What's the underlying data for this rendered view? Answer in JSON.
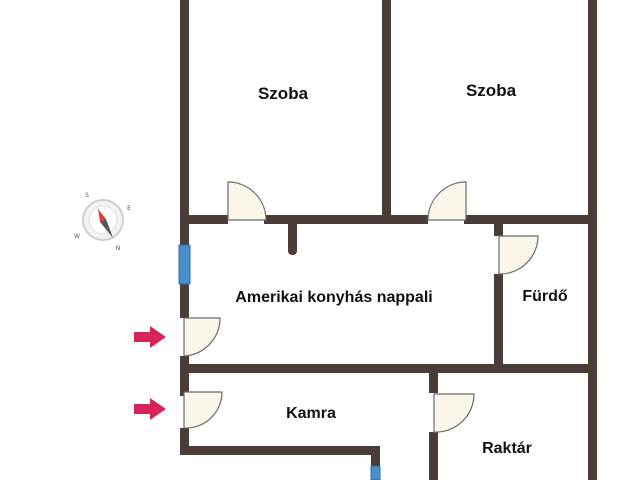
{
  "floorplan": {
    "rooms": [
      {
        "id": "szoba-1",
        "label": "Szoba"
      },
      {
        "id": "szoba-2",
        "label": "Szoba"
      },
      {
        "id": "nappali",
        "label": "Amerikai konyhás nappali"
      },
      {
        "id": "furdo",
        "label": "Fürdő"
      },
      {
        "id": "kamra",
        "label": "Kamra"
      },
      {
        "id": "raktar",
        "label": "Raktár"
      }
    ],
    "compass": {
      "letters": [
        "S",
        "E",
        "N",
        "W"
      ]
    },
    "colors": {
      "wall": "#4a3c36",
      "window": "#4a8fc9",
      "entrance-arrow": "#d6245a",
      "door-swing-fill": "#fbf6ea",
      "door-swing-stroke": "#6b6b6b"
    }
  }
}
